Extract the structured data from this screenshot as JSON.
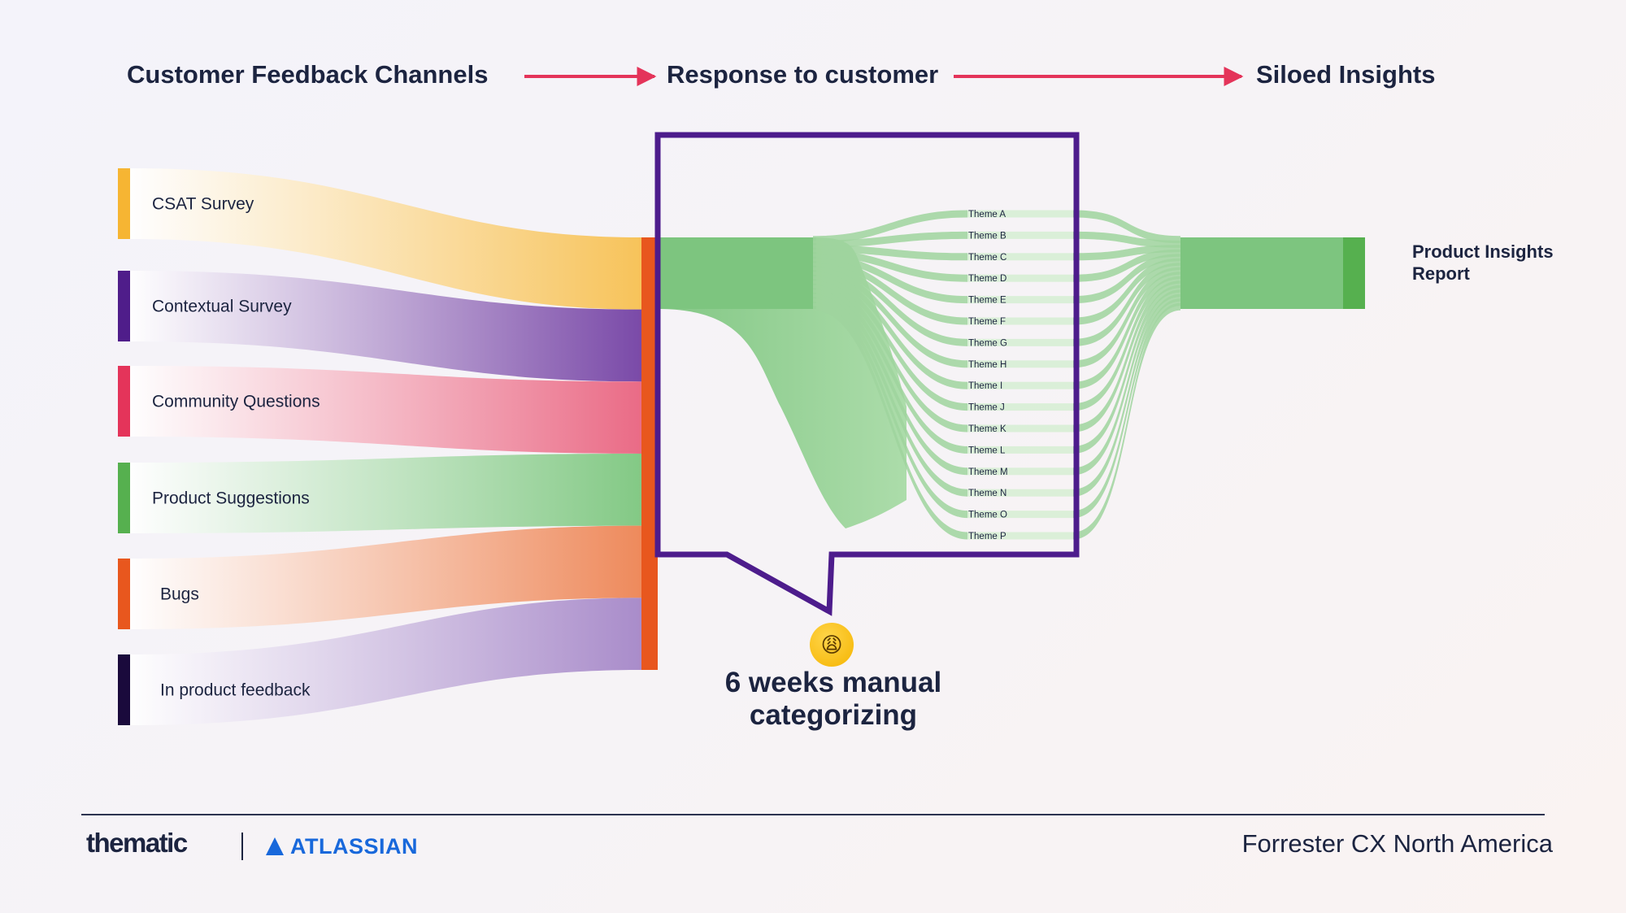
{
  "stages": [
    "Customer Feedback Channels",
    "Response to customer",
    "Siloed Insights"
  ],
  "channels": [
    {
      "label": "CSAT Survey",
      "color": "#f6b533",
      "fill": "#f7c35a"
    },
    {
      "label": "Contextual Survey",
      "color": "#4f1d8a",
      "fill": "#7a4aa8"
    },
    {
      "label": "Community Questions",
      "color": "#e4345a",
      "fill": "#ea6b86"
    },
    {
      "label": "Product Suggestions",
      "color": "#56b04f",
      "fill": "#83c985"
    },
    {
      "label": "Bugs",
      "color": "#e8571e",
      "fill": "#ee8a5c"
    },
    {
      "label": "In product feedback",
      "color": "#1a0a3c",
      "fill": "#a98cca"
    }
  ],
  "colors": {
    "merge_bar": "#e8571e",
    "flow_green": "#7dc57f",
    "report_bar": "#56b04f",
    "callout_border": "#4d1c8c",
    "arrow": "#e4345a"
  },
  "themes": [
    "Theme A",
    "Theme B",
    "Theme C",
    "Theme D",
    "Theme E",
    "Theme F",
    "Theme G",
    "Theme H",
    "Theme I",
    "Theme J",
    "Theme K",
    "Theme L",
    "Theme M",
    "Theme N",
    "Theme O",
    "Theme P"
  ],
  "report_label_line1": "Product Insights",
  "report_label_line2": "Report",
  "pain_emoji": "😩",
  "pain_text_line1": "6 weeks manual",
  "pain_text_line2": "categorizing",
  "footer": {
    "logo_thematic": "thematic",
    "logo_atlassian": "ATLASSIAN",
    "event": "Forrester CX North America"
  }
}
